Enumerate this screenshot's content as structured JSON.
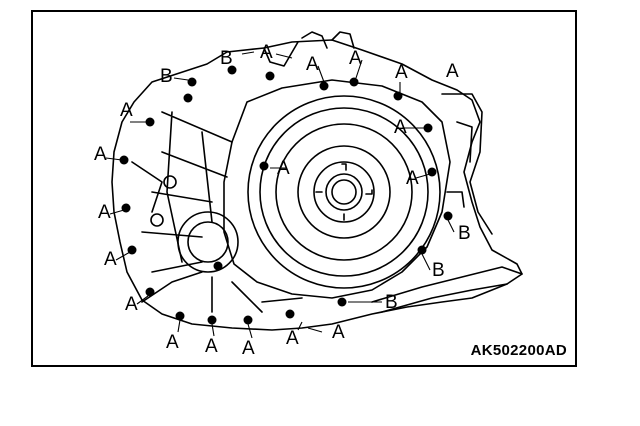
{
  "figure": {
    "code": "AK502200AD",
    "labels": {
      "a": "A",
      "b": "B"
    },
    "legend_note": ""
  }
}
